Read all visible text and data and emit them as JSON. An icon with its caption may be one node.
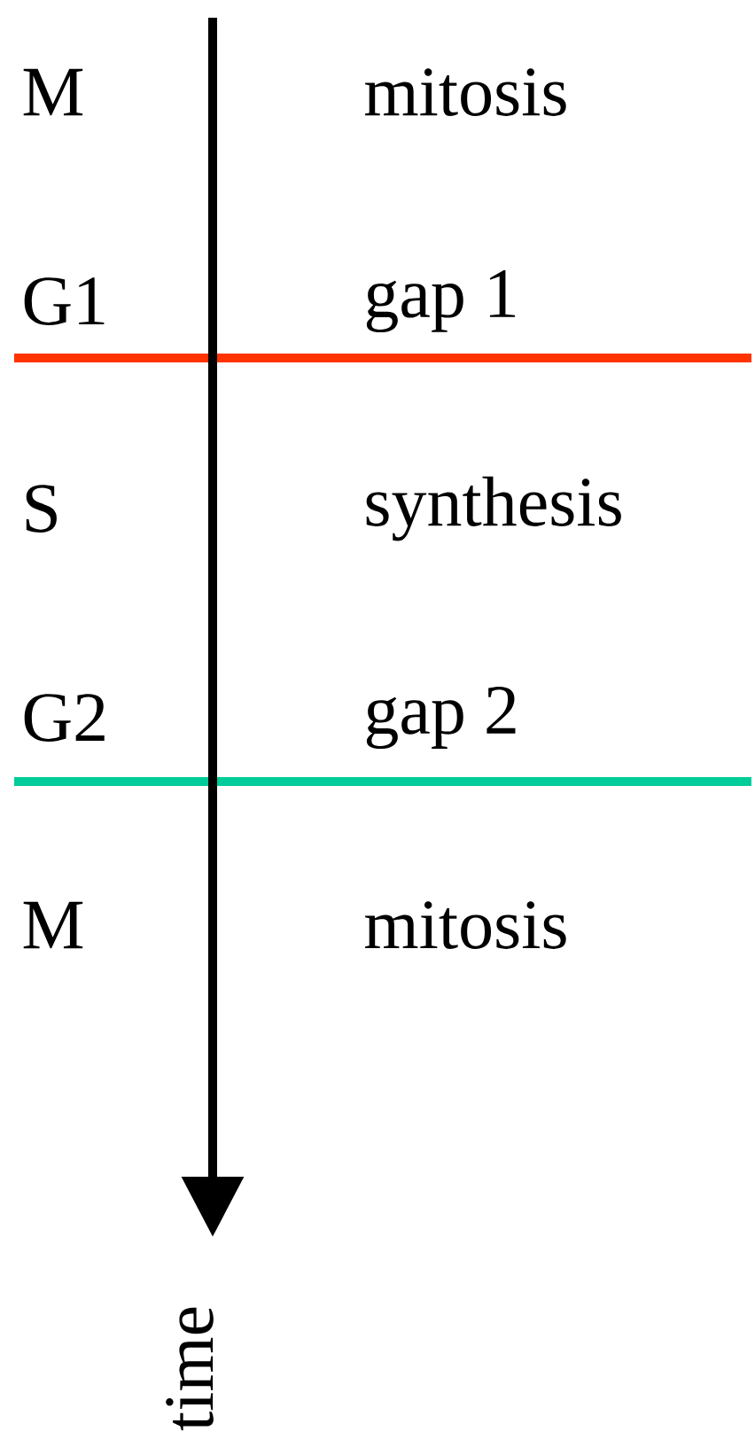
{
  "diagram": {
    "labels": [
      "M",
      "mitosis",
      "G1",
      "gap 1",
      "S",
      "synthesis",
      "G2",
      "gap 2",
      "M",
      "mitosis",
      "time"
    ]
  }
}
